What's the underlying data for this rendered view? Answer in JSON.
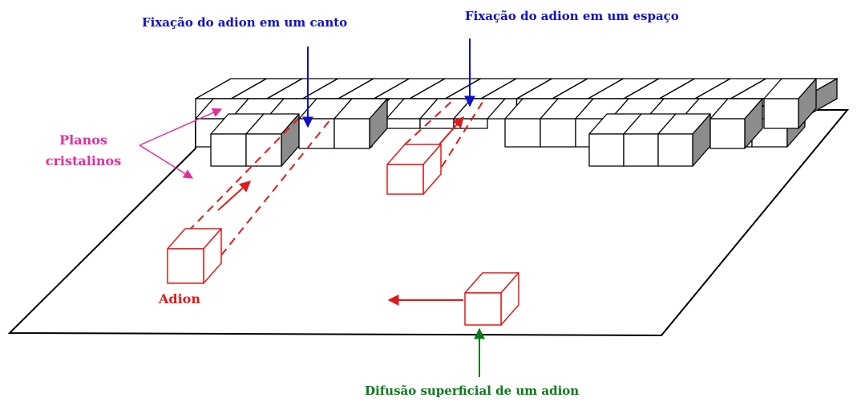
{
  "labels": {
    "corner": "Fixação do adion em um canto",
    "space": "Fixação do adion em um espaço",
    "planes_line1": "Planos",
    "planes_line2": "cristalinos",
    "adion": "Adion",
    "diffusion": "Difusão superficial de um adion"
  },
  "colors": {
    "outline": "#000000",
    "cube_side": "#8c8c8c",
    "adion": "#e01a1a",
    "blue_arrow": "#1010c8",
    "pink_arrow": "#e0309c",
    "green_arrow": "#0a7a1a"
  }
}
